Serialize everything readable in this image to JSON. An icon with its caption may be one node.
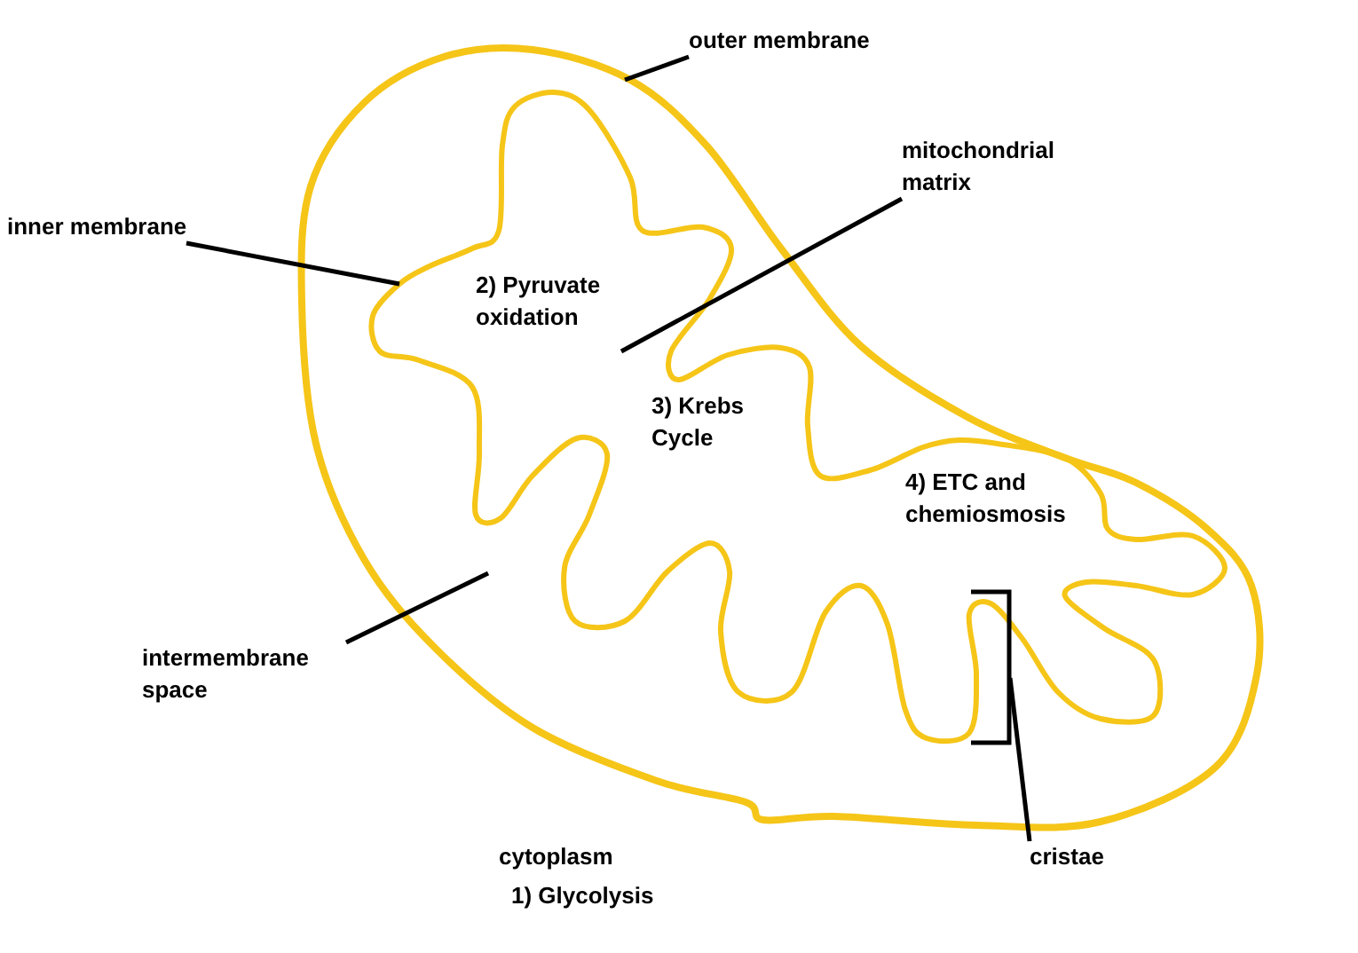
{
  "diagram": {
    "nodes": [
      {
        "text": [
          "outer membrane"
        ]
      },
      {
        "text": [
          "mitochondrial matrix"
        ]
      },
      {
        "text": [
          "inner membrane"
        ]
      },
      {
        "text": [
          "intermembrane space"
        ]
      },
      {
        "text": [
          "cristae"
        ]
      },
      {
        "text": [],
        "shape": "bracket"
      }
    ],
    "edges": [
      {
        "from": 0,
        "to": null,
        "arrow": "none"
      },
      {
        "from": 1,
        "to": null,
        "arrow": "none"
      },
      {
        "from": 2,
        "to": null,
        "arrow": "none"
      },
      {
        "from": 3,
        "to": null,
        "arrow": "none"
      },
      {
        "from": 4,
        "to": 5,
        "arrow": "none"
      }
    ],
    "labels": [
      "2) Pyruvate oxidation",
      "3) Krebs Cycle",
      "4) ETC and chemiosmosis",
      "cytoplasm",
      "1) Glycolysis"
    ]
  }
}
